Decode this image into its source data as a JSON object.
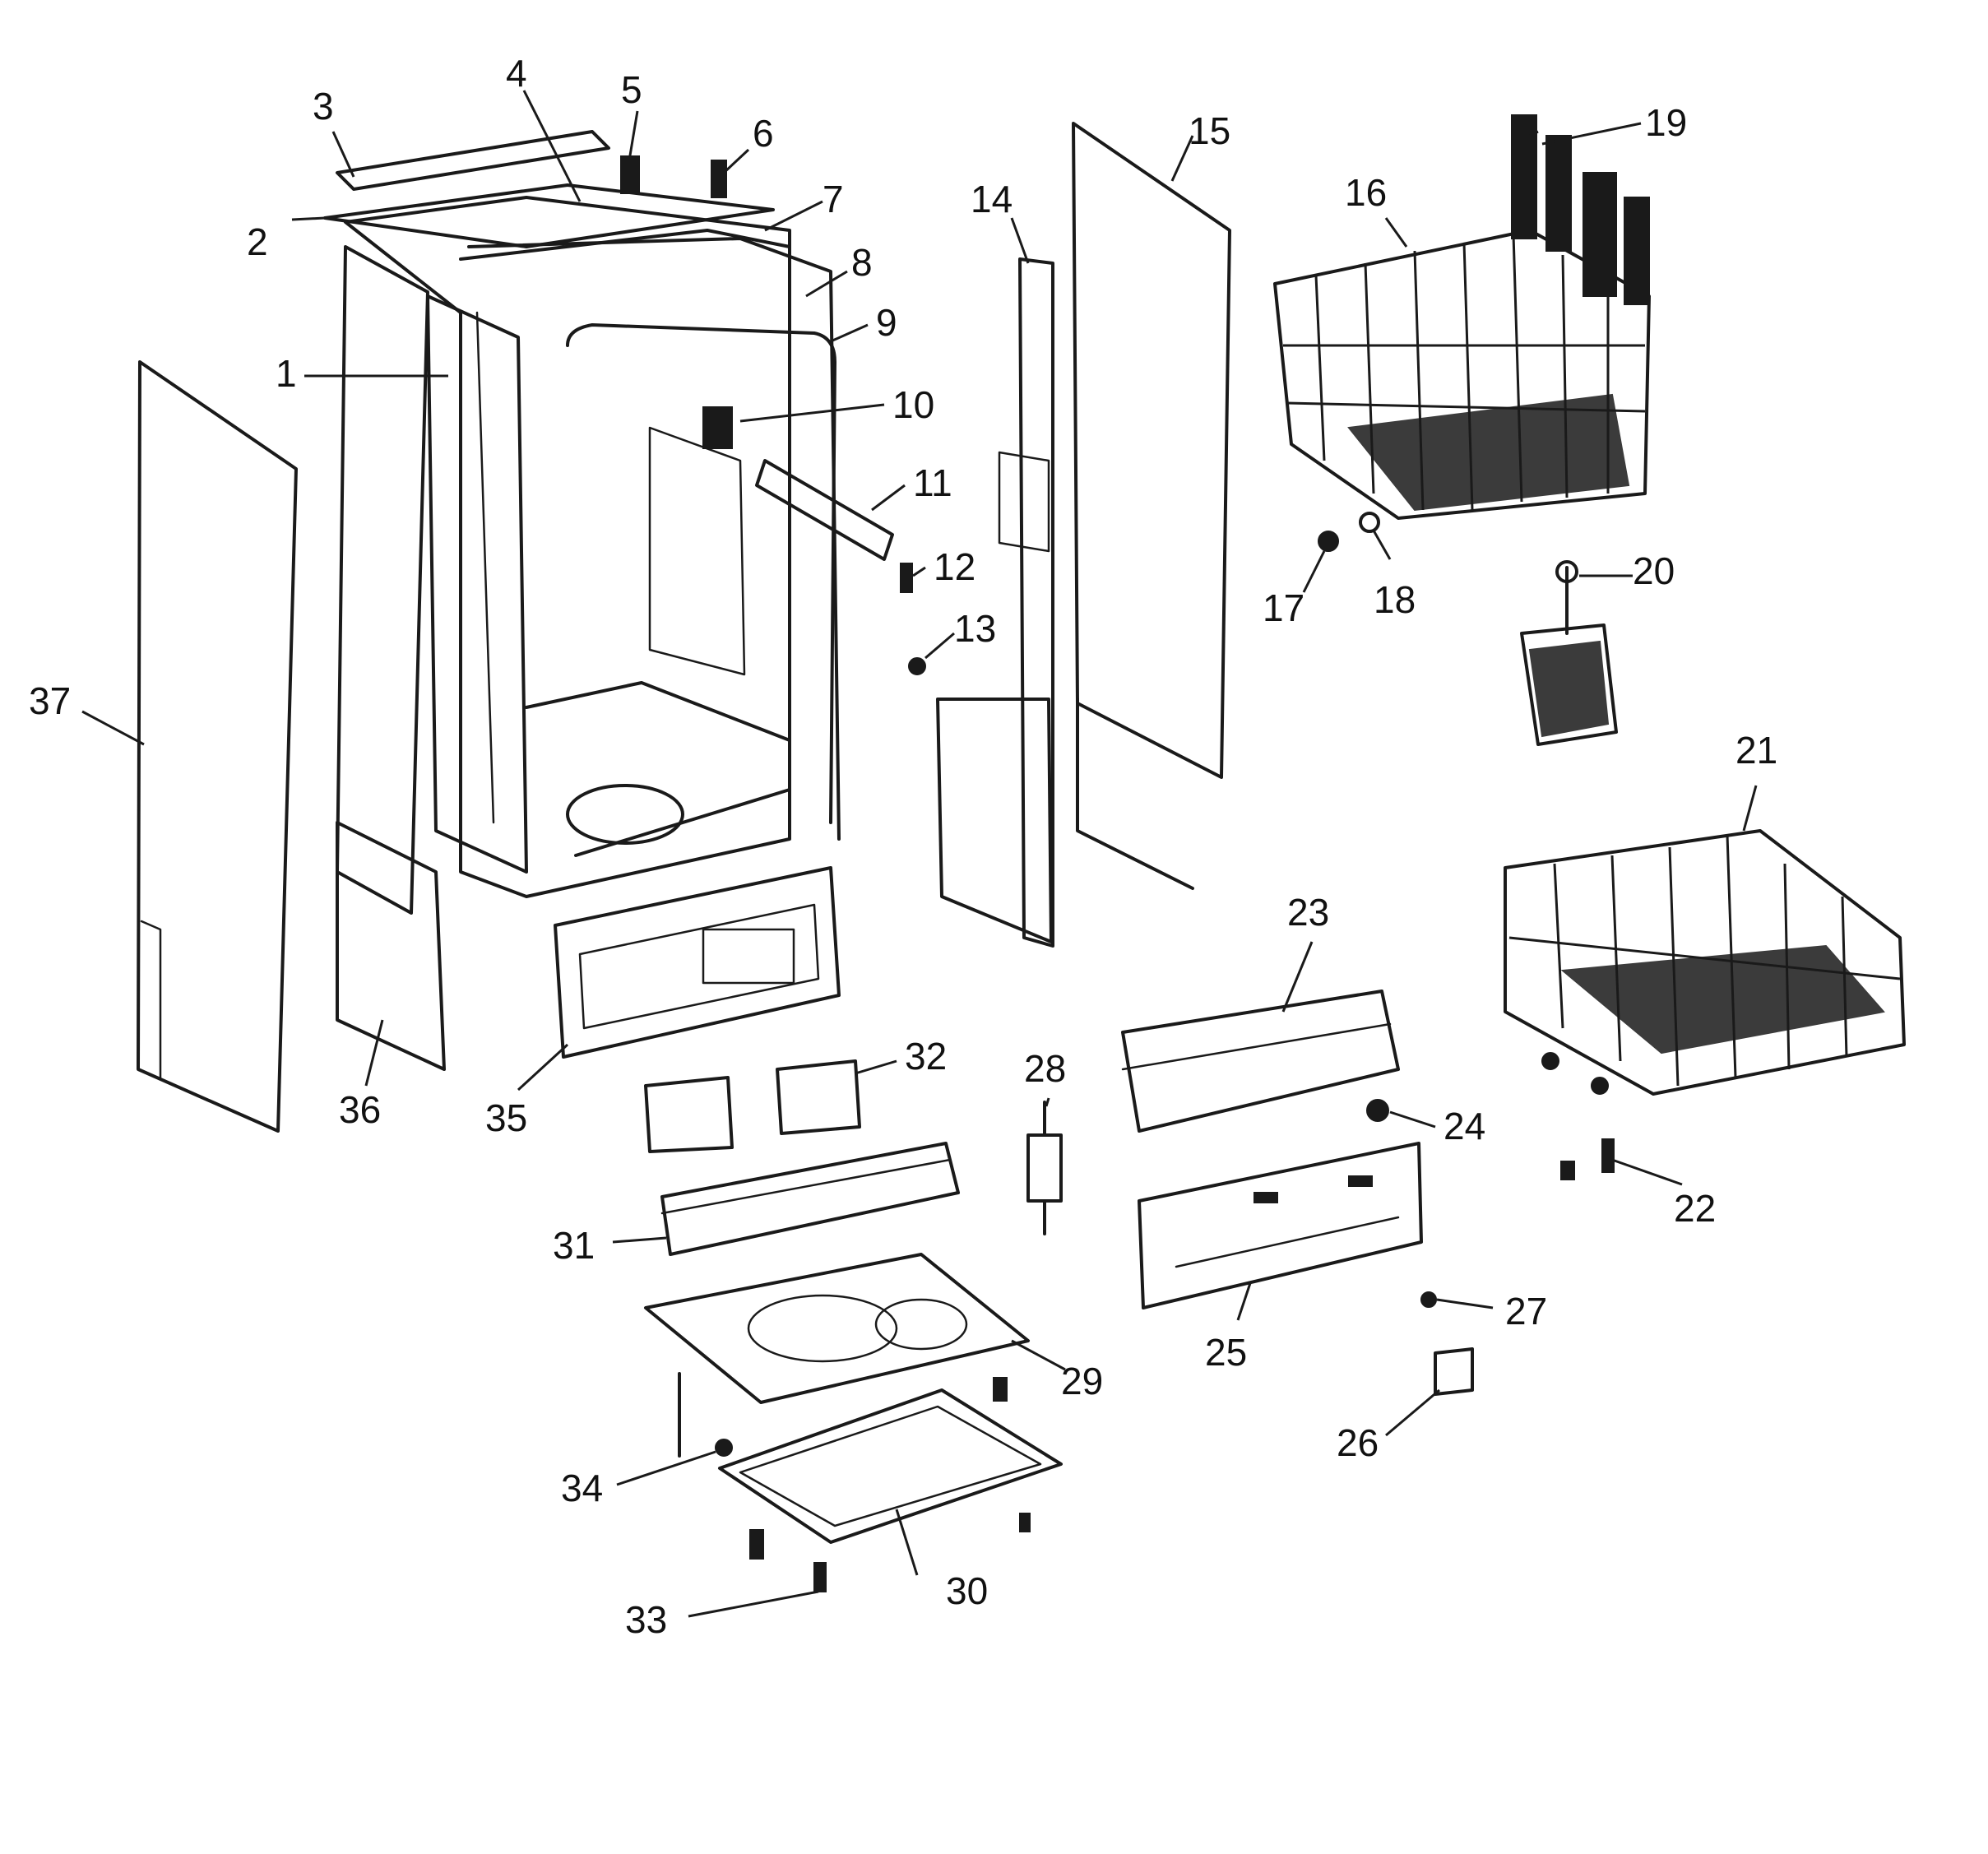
{
  "callouts": [
    "1",
    "2",
    "3",
    "4",
    "5",
    "6",
    "7",
    "8",
    "9",
    "10",
    "11",
    "12",
    "13",
    "14",
    "15",
    "16",
    "17",
    "18",
    "19",
    "20",
    "21",
    "22",
    "23",
    "24",
    "25",
    "26",
    "27",
    "28",
    "29",
    "30",
    "31",
    "32",
    "33",
    "34",
    "35",
    "36",
    "37"
  ],
  "colors": {
    "ink": "#1a1a1a",
    "background": "#ffffff"
  }
}
